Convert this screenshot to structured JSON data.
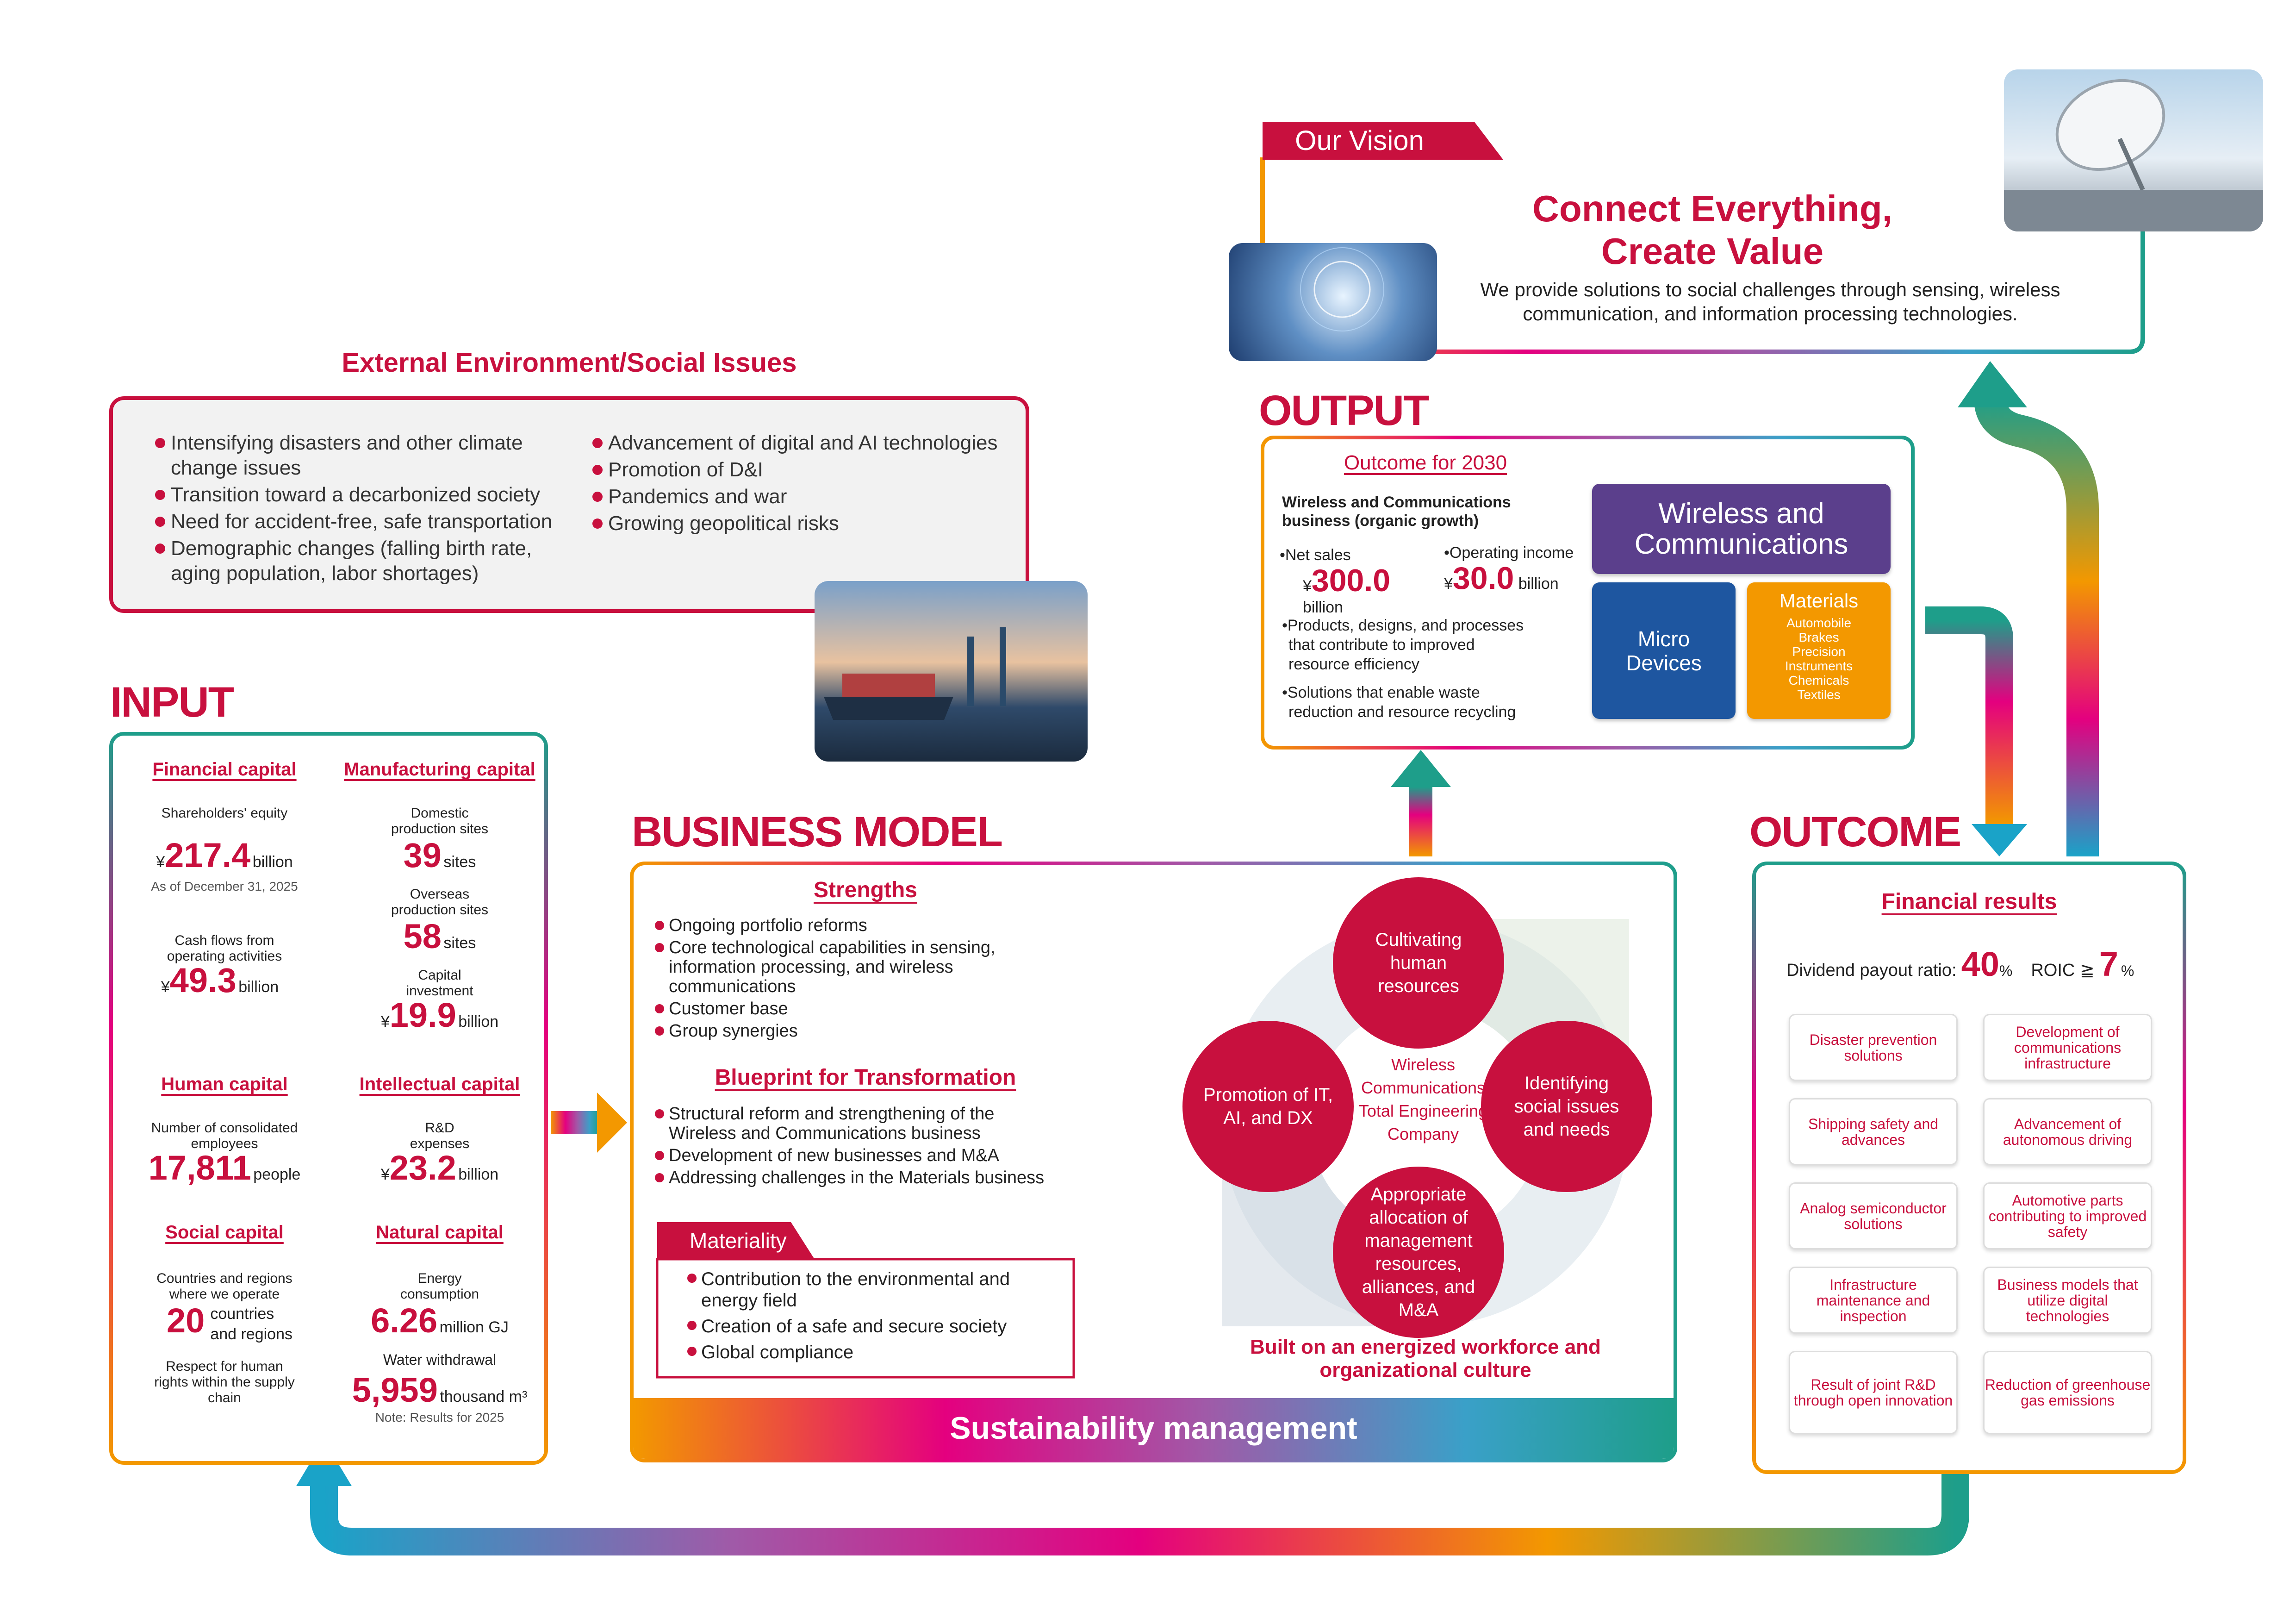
{
  "vision": {
    "tab": "Our Vision",
    "title_line1": "Connect Everything,",
    "title_line2": "Create Value",
    "text_line1": "We provide solutions to social challenges through sensing, wireless",
    "text_line2": "communication, and information processing technologies."
  },
  "external": {
    "title": "External Environment/Social Issues",
    "left_items": [
      "Intensifying disasters and other climate change issues",
      "Transition toward a decarbonized society",
      "Need for accident-free, safe transportation",
      "Demographic changes (falling birth rate, aging population, labor shortages)"
    ],
    "right_items": [
      "Advancement of digital and AI technologies",
      "Promotion of D&I",
      "Pandemics and war",
      "Growing geopolitical risks"
    ]
  },
  "input": {
    "title": "INPUT",
    "financial": {
      "title": "Financial capital",
      "equity_label": "Shareholders' equity",
      "equity_symbol": "¥",
      "equity_value": "217.4",
      "equity_unit": "billion",
      "equity_note": "As of December 31, 2025",
      "cf_label": "Cash flows from operating activities",
      "cf_symbol": "¥",
      "cf_value": "49.3",
      "cf_unit": "billion"
    },
    "manufacturing": {
      "title": "Manufacturing capital",
      "domestic_label": "Domestic production sites",
      "domestic_value": "39",
      "domestic_unit": "sites",
      "overseas_label": "Overseas production sites",
      "overseas_value": "58",
      "overseas_unit": "sites",
      "capex_label": "Capital investment",
      "capex_symbol": "¥",
      "capex_value": "19.9",
      "capex_unit": "billion"
    },
    "human": {
      "title": "Human capital",
      "label": "Number of consolidated employees",
      "value": "17,811",
      "unit": "people"
    },
    "intellectual": {
      "title": "Intellectual capital",
      "label": "R&D expenses",
      "symbol": "¥",
      "value": "23.2",
      "unit": "billion"
    },
    "social": {
      "title": "Social capital",
      "label": "Countries and regions where we operate",
      "value": "20",
      "unit_line1": "countries",
      "unit_line2": "and regions",
      "rights": "Respect for human rights within the supply chain"
    },
    "natural": {
      "title": "Natural capital",
      "energy_label": "Energy consumption",
      "energy_value": "6.26",
      "energy_unit": "million GJ",
      "water_label": "Water withdrawal",
      "water_value": "5,959",
      "water_unit": "thousand m³",
      "note": "Note: Results for 2025"
    }
  },
  "output": {
    "title": "OUTPUT",
    "outcome_title": "Outcome for 2030",
    "business_line1": "Wireless and Communications",
    "business_line2": "business (organic growth)",
    "net_sales_label": "•Net sales",
    "net_sales_symbol": "¥",
    "net_sales_value": "300.0",
    "net_sales_unit": "billion",
    "op_income_label": "•Operating income",
    "op_income_symbol": "¥",
    "op_income_value": "30.0",
    "op_income_unit": "billion",
    "products_line1": "•Products, designs, and processes",
    "products_line2": "that contribute to improved",
    "products_line3": "resource efficiency",
    "solutions_line1": "•Solutions that enable waste",
    "solutions_line2": "reduction and resource recycling",
    "seg_wireless_line1": "Wireless and",
    "seg_wireless_line2": "Communications",
    "seg_micro_line1": "Micro",
    "seg_micro_line2": "Devices",
    "seg_materials": "Materials",
    "seg_materials_items": [
      "Automobile",
      "Brakes",
      "Precision",
      "Instruments",
      "Chemicals",
      "Textiles"
    ]
  },
  "business": {
    "title": "BUSINESS MODEL",
    "strengths_title": "Strengths",
    "strengths": [
      "Ongoing portfolio reforms",
      "Core technological capabilities in sensing, information processing, and wireless communications",
      "Customer base",
      "Group synergies"
    ],
    "blueprint_title": "Blueprint for Transformation",
    "blueprint": [
      "Structural reform and strengthening of the Wireless and Communications business",
      "Development of new businesses and M&A",
      "Addressing challenges in the Materials business"
    ],
    "materiality_tab": "Materiality",
    "materiality": [
      "Contribution to the environmental and energy field",
      "Creation of a safe and secure society",
      "Global compliance"
    ],
    "circle_top": "Cultivating human resources",
    "circle_right": "Identifying social issues and needs",
    "circle_bottom": "Appropriate allocation of management resources, alliances, and M&A",
    "circle_left": "Promotion of IT, AI, and DX",
    "center_text": "Wireless Communications Total Engineering Company",
    "built_line1": "Built on an energized workforce and",
    "built_line2": "organizational culture",
    "sustainability": "Sustainability management"
  },
  "outcome": {
    "title": "OUTCOME",
    "fin_title": "Financial results",
    "dividend_label": "Dividend payout ratio:",
    "dividend_value": "40",
    "dividend_unit": "%",
    "roic_label": "ROIC ≧",
    "roic_value": "7",
    "roic_unit": "%",
    "boxes": [
      "Disaster prevention solutions",
      "Development of communications infrastructure",
      "Shipping safety and advances",
      "Advancement of autonomous driving",
      "Analog semiconductor solutions",
      "Automotive parts contributing to improved safety",
      "Infrastructure maintenance and inspection",
      "Business models that utilize digital technologies",
      "Result of joint R&D through open innovation",
      "Reduction of greenhouse gas emissions"
    ]
  },
  "colors": {
    "brand_red": "#c8103e",
    "wireless_purple": "#5b3f8c",
    "micro_blue": "#1e56a0",
    "materials_orange": "#f39800",
    "teal": "#1e9e8a"
  }
}
